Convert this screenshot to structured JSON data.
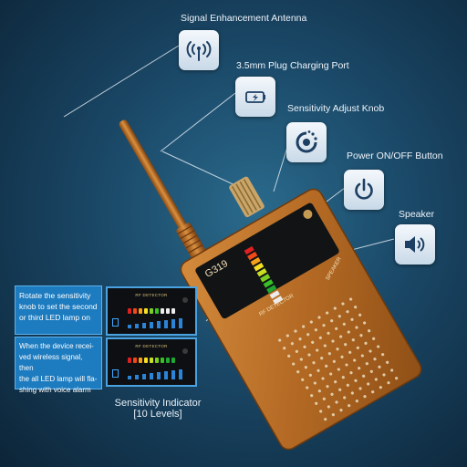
{
  "callouts": {
    "antenna": "Signal Enhancement Antenna",
    "charging": "3.5mm Plug Charging Port",
    "knob": "Sensitivity Adjust Knob",
    "power": "Power ON/OFF Button",
    "speaker": "Speaker"
  },
  "device": {
    "model": "G319",
    "rf_detector": "RF DETECTOR",
    "speaker_text": "SPEAKER"
  },
  "notes": {
    "note1_lines": [
      "Rotate the sensitivity",
      "knob to set the second",
      "or third LED lamp on"
    ],
    "note2_lines": [
      "When the device recei-",
      "ved wireless signal, then",
      "the all LED lamp will fla-",
      "shing with voice alarm"
    ],
    "mini_title": "RF DETECTOR"
  },
  "sensitivity_indicator": {
    "title": "Sensitivity Indicator",
    "levels": "[10 Levels]"
  },
  "icons": [
    "signal-antenna-icon",
    "charging-port-icon",
    "knob-icon",
    "power-icon",
    "speaker-icon"
  ],
  "colors": {
    "background": "#1a4766",
    "device_body": "#b8702a",
    "icon_box": "#dde7f1",
    "note_bg": "#1d7bbf"
  }
}
